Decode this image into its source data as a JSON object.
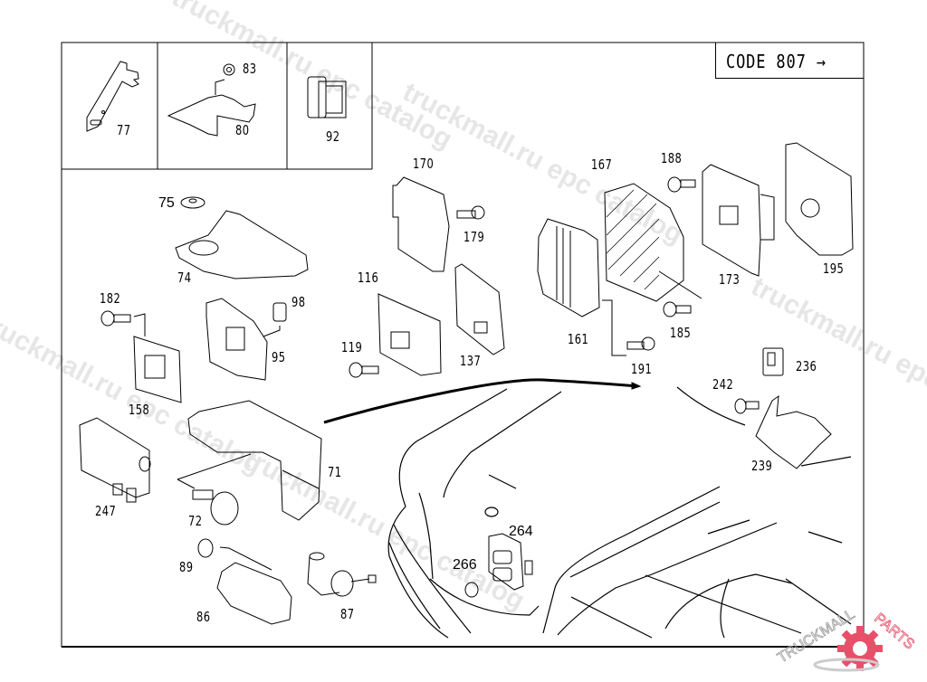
{
  "diagram": {
    "code_box": {
      "text": "CODE 807",
      "arrow": "→"
    },
    "inset_parts": [
      {
        "id": "77",
        "label": "77",
        "name": "bracket"
      },
      {
        "id": "80",
        "label": "80",
        "name": "mounting-bracket"
      },
      {
        "id": "83",
        "label": "83",
        "name": "nut"
      },
      {
        "id": "92",
        "label": "92",
        "name": "grommet"
      }
    ],
    "parts": [
      {
        "label": "75"
      },
      {
        "label": "74"
      },
      {
        "label": "182"
      },
      {
        "label": "98"
      },
      {
        "label": "95"
      },
      {
        "label": "158"
      },
      {
        "label": "170"
      },
      {
        "label": "179"
      },
      {
        "label": "116"
      },
      {
        "label": "119"
      },
      {
        "label": "137"
      },
      {
        "label": "167"
      },
      {
        "label": "188"
      },
      {
        "label": "161"
      },
      {
        "label": "185"
      },
      {
        "label": "173"
      },
      {
        "label": "195"
      },
      {
        "label": "191"
      },
      {
        "label": "236"
      },
      {
        "label": "242"
      },
      {
        "label": "239"
      },
      {
        "label": "247"
      },
      {
        "label": "71"
      },
      {
        "label": "72"
      },
      {
        "label": "89"
      },
      {
        "label": "86"
      },
      {
        "label": "87"
      },
      {
        "label": "264"
      },
      {
        "label": "266"
      }
    ]
  },
  "watermarks": [
    "truckmall.ru epc catalog",
    "truckmall.ru epc catalog",
    "truckmall.ru epc catalog",
    "truckmall.ru epc catalog",
    "truckmall.ru epc catalog"
  ],
  "logo": {
    "text_left": "TRUCKMALL",
    "text_right": "PARTS",
    "accent": "#e8506a"
  }
}
